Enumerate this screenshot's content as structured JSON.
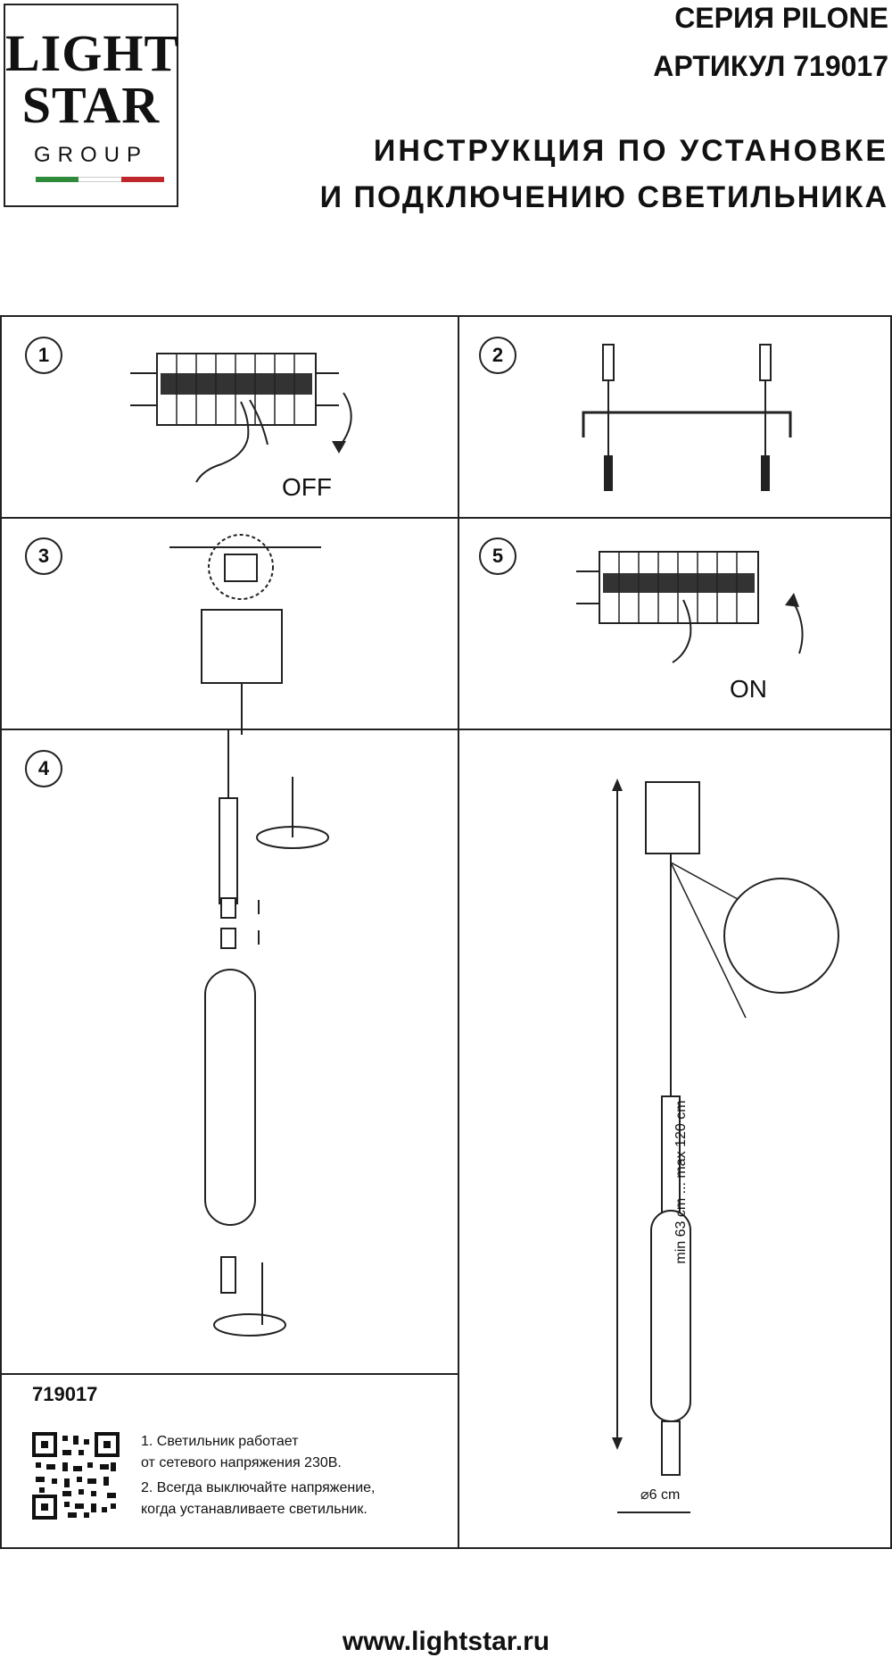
{
  "logo": {
    "line1": "LIGHT",
    "line2": "STAR",
    "line3": "GROUP",
    "flag_colors": [
      "#2e8b3a",
      "#ffffff",
      "#c0272d"
    ]
  },
  "header": {
    "series": "СЕРИЯ PILONE",
    "article": "АРТИКУЛ 719017",
    "title_line1": "ИНСТРУКЦИЯ ПО УСТАНОВКЕ",
    "title_line2": "И ПОДКЛЮЧЕНИЮ СВЕТИЛЬНИКА"
  },
  "steps": {
    "s1": {
      "num": "1",
      "label": "OFF"
    },
    "s2": {
      "num": "2"
    },
    "s3": {
      "num": "3"
    },
    "s4": {
      "num": "4"
    },
    "s5": {
      "num": "5",
      "label": "ON"
    }
  },
  "dimensions": {
    "height": "min 63 cm ... max 120 cm",
    "diameter": "⌀6 cm"
  },
  "product": {
    "code": "719017",
    "note1_line1": "1. Светильник работает",
    "note1_line2": "от сетевого напряжения 230В.",
    "note2_line1": "2. Всегда выключайте напряжение,",
    "note2_line2": "когда устанавливаете светильник."
  },
  "footer": {
    "url": "www.lightstar.ru"
  }
}
